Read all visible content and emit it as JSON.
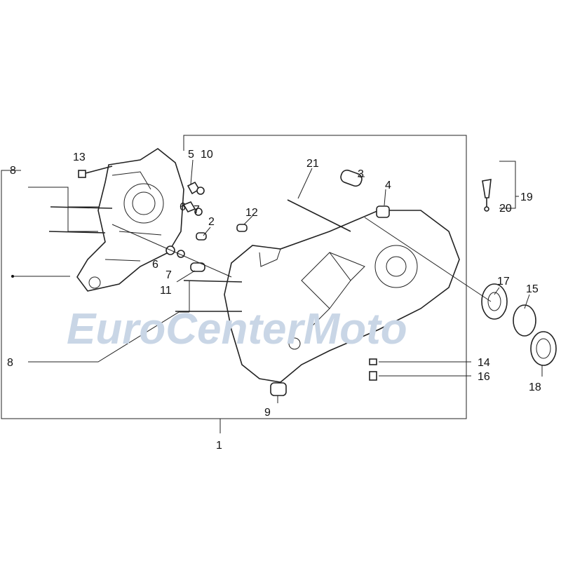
{
  "diagram": {
    "title": "Crankcase exploded parts diagram",
    "watermark": "EuroCenterMoto",
    "callouts": [
      "1",
      "2",
      "3",
      "4",
      "5",
      "6",
      "6",
      "7",
      "7",
      "8",
      "8",
      "9",
      "10",
      "11",
      "12",
      "13",
      "14",
      "15",
      "16",
      "17",
      "18",
      "19",
      "20",
      "21"
    ]
  },
  "labels": {
    "l1": "1",
    "l2": "2",
    "l3": "3",
    "l4": "4",
    "l5": "5",
    "l6a": "6",
    "l6b": "6",
    "l7a": "7",
    "l7b": "7",
    "l8a": "8",
    "l8b": "8",
    "l9": "9",
    "l10": "10",
    "l11": "11",
    "l12": "12",
    "l13": "13",
    "l14": "14",
    "l15": "15",
    "l16": "16",
    "l17": "17",
    "l18": "18",
    "l19": "19",
    "l20": "20",
    "l21": "21"
  }
}
